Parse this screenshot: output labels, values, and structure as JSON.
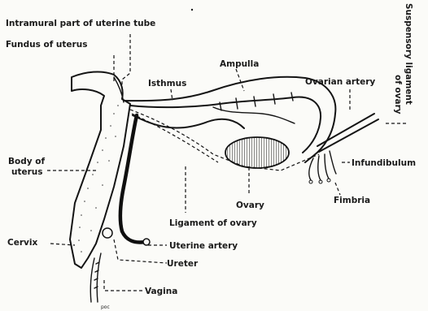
{
  "labels": {
    "intramural": "Intramural part of uterine tube",
    "fundus": "Fundus of uterus",
    "ampulla": "Ampulla",
    "isthmus": "Isthmus",
    "ovarian_artery": "Ovarian artery",
    "suspensory_line1": "Suspensory ligament",
    "suspensory_line2": "of ovary",
    "body_line1": "Body of",
    "body_line2": "uterus",
    "infundibulum": "Infundibulum",
    "fimbria": "Fimbria",
    "ovary": "Ovary",
    "ligament_of_ovary": "Ligament of ovary",
    "cervix": "Cervix",
    "uterine_artery": "Uterine artery",
    "ureter": "Ureter",
    "vagina": "Vagina",
    "mark": "poc"
  }
}
